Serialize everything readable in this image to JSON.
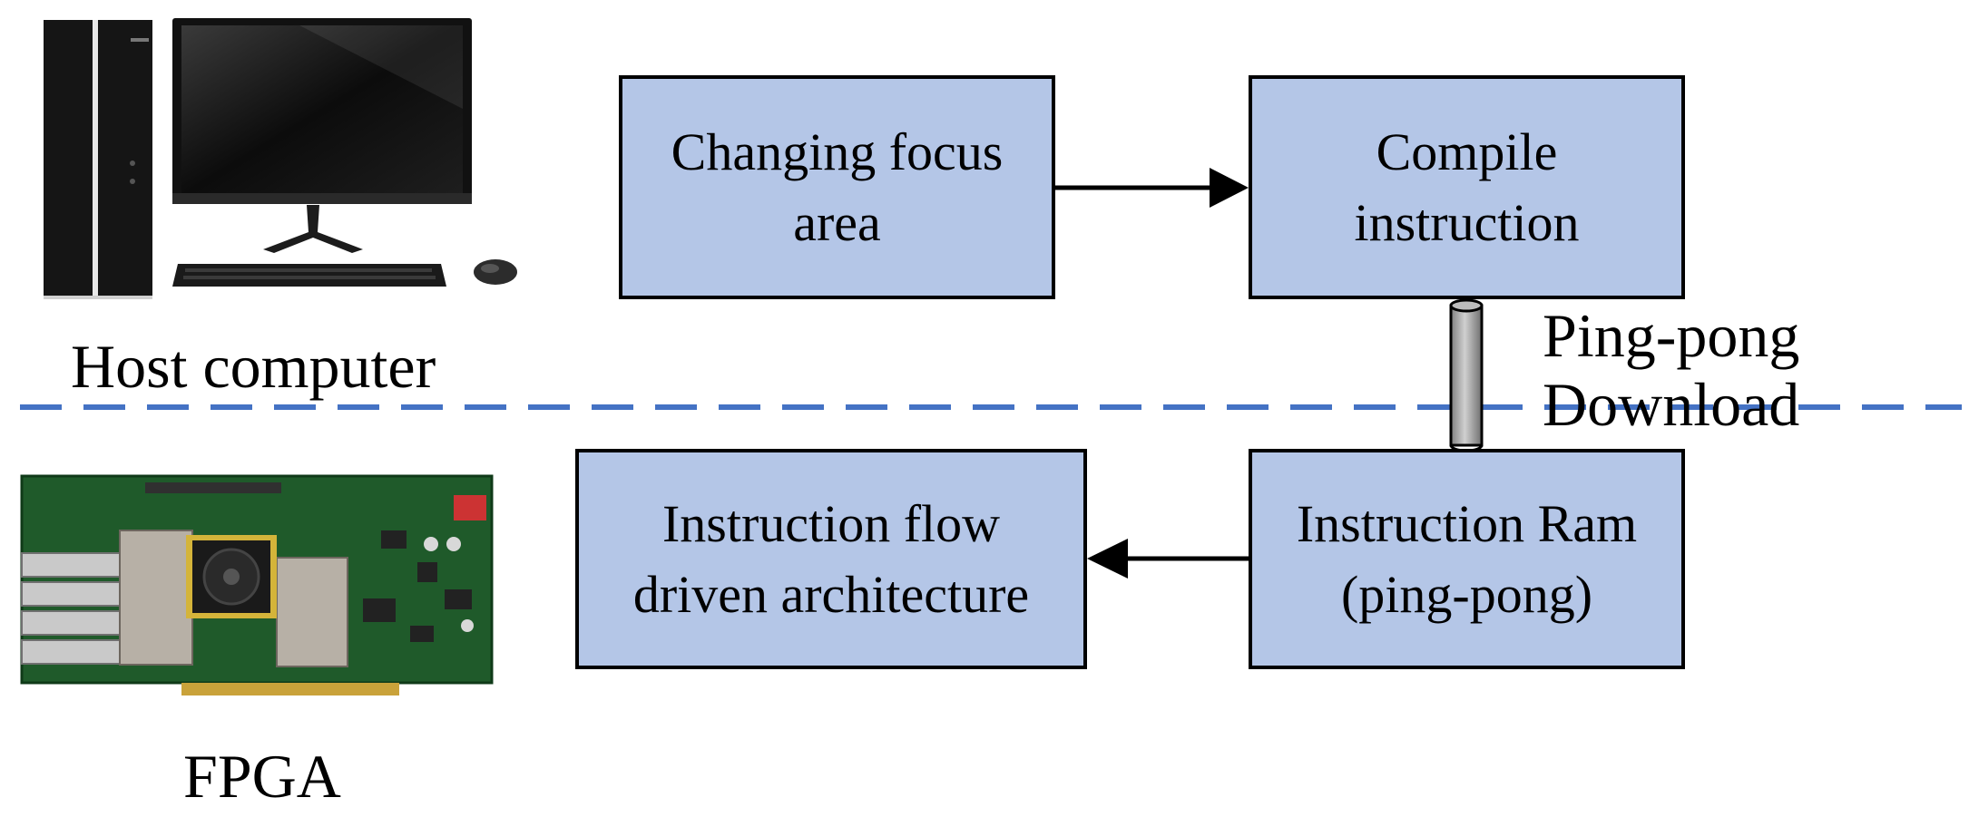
{
  "colors": {
    "box_fill": "#b4c6e7",
    "divider": "#4472c4",
    "stroke": "#000000",
    "pipe": "#a6a6a6"
  },
  "host": {
    "label": "Host computer",
    "icon": "desktop-computer-icon"
  },
  "fpga": {
    "label": "FPGA",
    "icon": "fpga-board-icon"
  },
  "boxes": {
    "changing_focus": "Changing focus\narea",
    "compile": "Compile\ninstruction",
    "instruction_ram": "Instruction Ram\n(ping-pong)",
    "instruction_flow": "Instruction flow\ndriven architecture"
  },
  "ping_pong_label": "Ping-pong\nDownload"
}
